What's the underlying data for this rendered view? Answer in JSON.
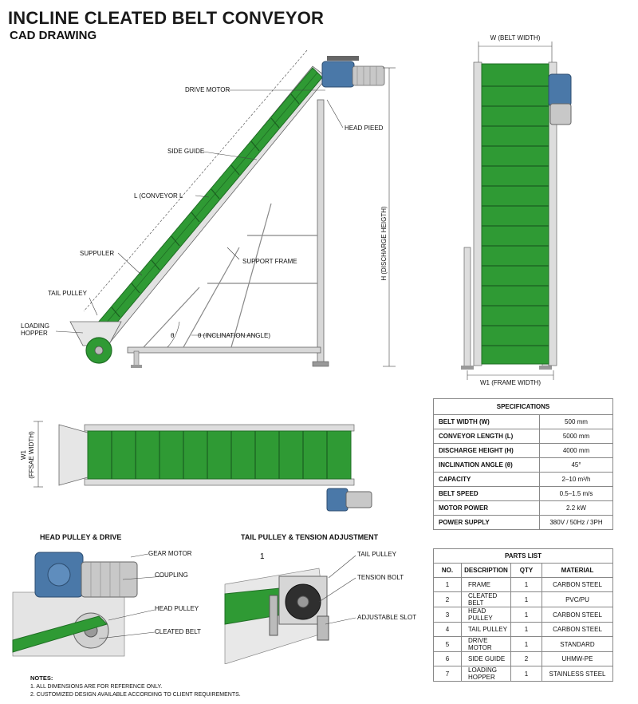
{
  "title": "INCLINE  CLEATED BELT CONVEYOR",
  "subtitle": "CAD DRAWING",
  "side_view": {
    "callouts": {
      "drive_motor": "DRIVE MOTOR",
      "head_pulley": "HEAD PIEED",
      "side_guide": "SIDE GUIDE",
      "conveyor_length": "L (CONVEYOR L",
      "support_roller": "SUPPULER",
      "support_frame": "SUPPORT FRAME",
      "tail_pulley": "TAIL PULLEY",
      "loading_hopper_1": "LOADING",
      "loading_hopper_2": "HOPPER",
      "inclination_angle": "θ (INCLINATION ANGLE)",
      "theta": "θ",
      "discharge_height": "H (DISCHARGE HEIGTH)"
    }
  },
  "front_view": {
    "belt_width": "W (BELT WIDTH)",
    "frame_width": "W1 (FRAME WIDTH)"
  },
  "top_view": {
    "w1_label": "W1",
    "w1_sub": "(FFSAE WIDTH)"
  },
  "detail_head": {
    "heading": "HEAD PULLEY & DRIVE",
    "callouts": [
      "GEAR MOTOR",
      "COUPLING",
      "HEAD PULLEY",
      "CLEATED BELT"
    ]
  },
  "detail_tail": {
    "heading": "TAIL PULLEY & TENSION ADJUSTMENT",
    "marker": "1",
    "callouts": [
      "TAIL PULLEY",
      "TENSION BOLT",
      "ADJUSTABLE SLOT"
    ]
  },
  "specifications": {
    "heading": "SPECIFICATIONS",
    "rows": [
      {
        "key": "BELT WIDTH (W)",
        "value": "500 mm"
      },
      {
        "key": "CONVEYOR LENGTH (L)",
        "value": "5000 mm"
      },
      {
        "key": "DISCHARGE HEIGHT (H)",
        "value": "4000 mm"
      },
      {
        "key": "INCLINATION ANGLE (θ)",
        "value": "45°"
      },
      {
        "key": "CAPACITY",
        "value": "2–10 m³/h"
      },
      {
        "key": "BELT SPEED",
        "value": "0.5–1.5 m/s"
      },
      {
        "key": "MOTOR POWER",
        "value": "2.2 kW"
      },
      {
        "key": "POWER SUPPLY",
        "value": "380V / 50Hz / 3PH"
      }
    ]
  },
  "parts_list": {
    "heading": "PARTS LIST",
    "columns": [
      "NO.",
      "DESCRIPTION",
      "QTY",
      "MATERIAL"
    ],
    "rows": [
      {
        "no": "1",
        "desc": "FRAME",
        "qty": "1",
        "mat": "CARBON STEEL"
      },
      {
        "no": "2",
        "desc": "CLEATED BELT",
        "qty": "1",
        "mat": "PVC/PU"
      },
      {
        "no": "3",
        "desc": "HEAD PULLEY",
        "qty": "1",
        "mat": "CARBON STEEL"
      },
      {
        "no": "4",
        "desc": "TAIL PULLEY",
        "qty": "1",
        "mat": "CARBON STEEL"
      },
      {
        "no": "5",
        "desc": "DRIVE MOTOR",
        "qty": "1",
        "mat": "STANDARD"
      },
      {
        "no": "6",
        "desc": "SIDE GUIDE",
        "qty": "2",
        "mat": "UHMW-PE"
      },
      {
        "no": "7",
        "desc": "LOADING HOPPER",
        "qty": "1",
        "mat": "STAINLESS STEEL"
      }
    ]
  },
  "notes": {
    "heading": "NOTES:",
    "items": [
      "1. ALL DIMENSIONS ARE FOR REFERENCE ONLY.",
      "2. CUSTOMIZED DESIGN AVAILABLE ACCORDING TO CLIENT REQUIREMENTS."
    ]
  },
  "colors": {
    "belt": "#2f9a34",
    "belt_dark": "#1f6e24",
    "frame": "#d8d8d8",
    "motor": "#4a78a8"
  }
}
